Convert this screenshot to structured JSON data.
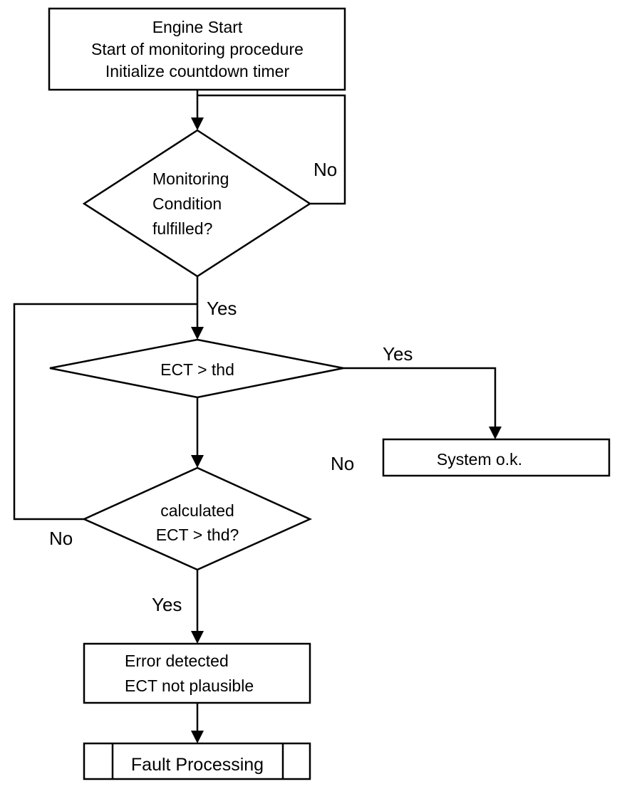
{
  "nodes": {
    "start": {
      "lines": [
        "Engine Start",
        "Start of monitoring procedure",
        "Initialize countdown timer"
      ]
    },
    "monitoring_condition": {
      "lines": [
        "Monitoring",
        "Condition",
        "fulfilled?"
      ]
    },
    "ect_threshold": {
      "lines": [
        "ECT > thd"
      ]
    },
    "system_ok": {
      "lines": [
        "System o.k."
      ]
    },
    "calculated_ect": {
      "lines": [
        "calculated",
        "ECT > thd?"
      ]
    },
    "error_detected": {
      "lines": [
        "Error detected",
        "ECT not plausible"
      ]
    },
    "fault_processing": {
      "lines": [
        "Fault Processing"
      ]
    }
  },
  "edge_labels": {
    "monitoring_no": "No",
    "monitoring_yes": "Yes",
    "ect_yes": "Yes",
    "ect_no": "No",
    "calculated_no": "No",
    "calculated_yes": "Yes"
  }
}
